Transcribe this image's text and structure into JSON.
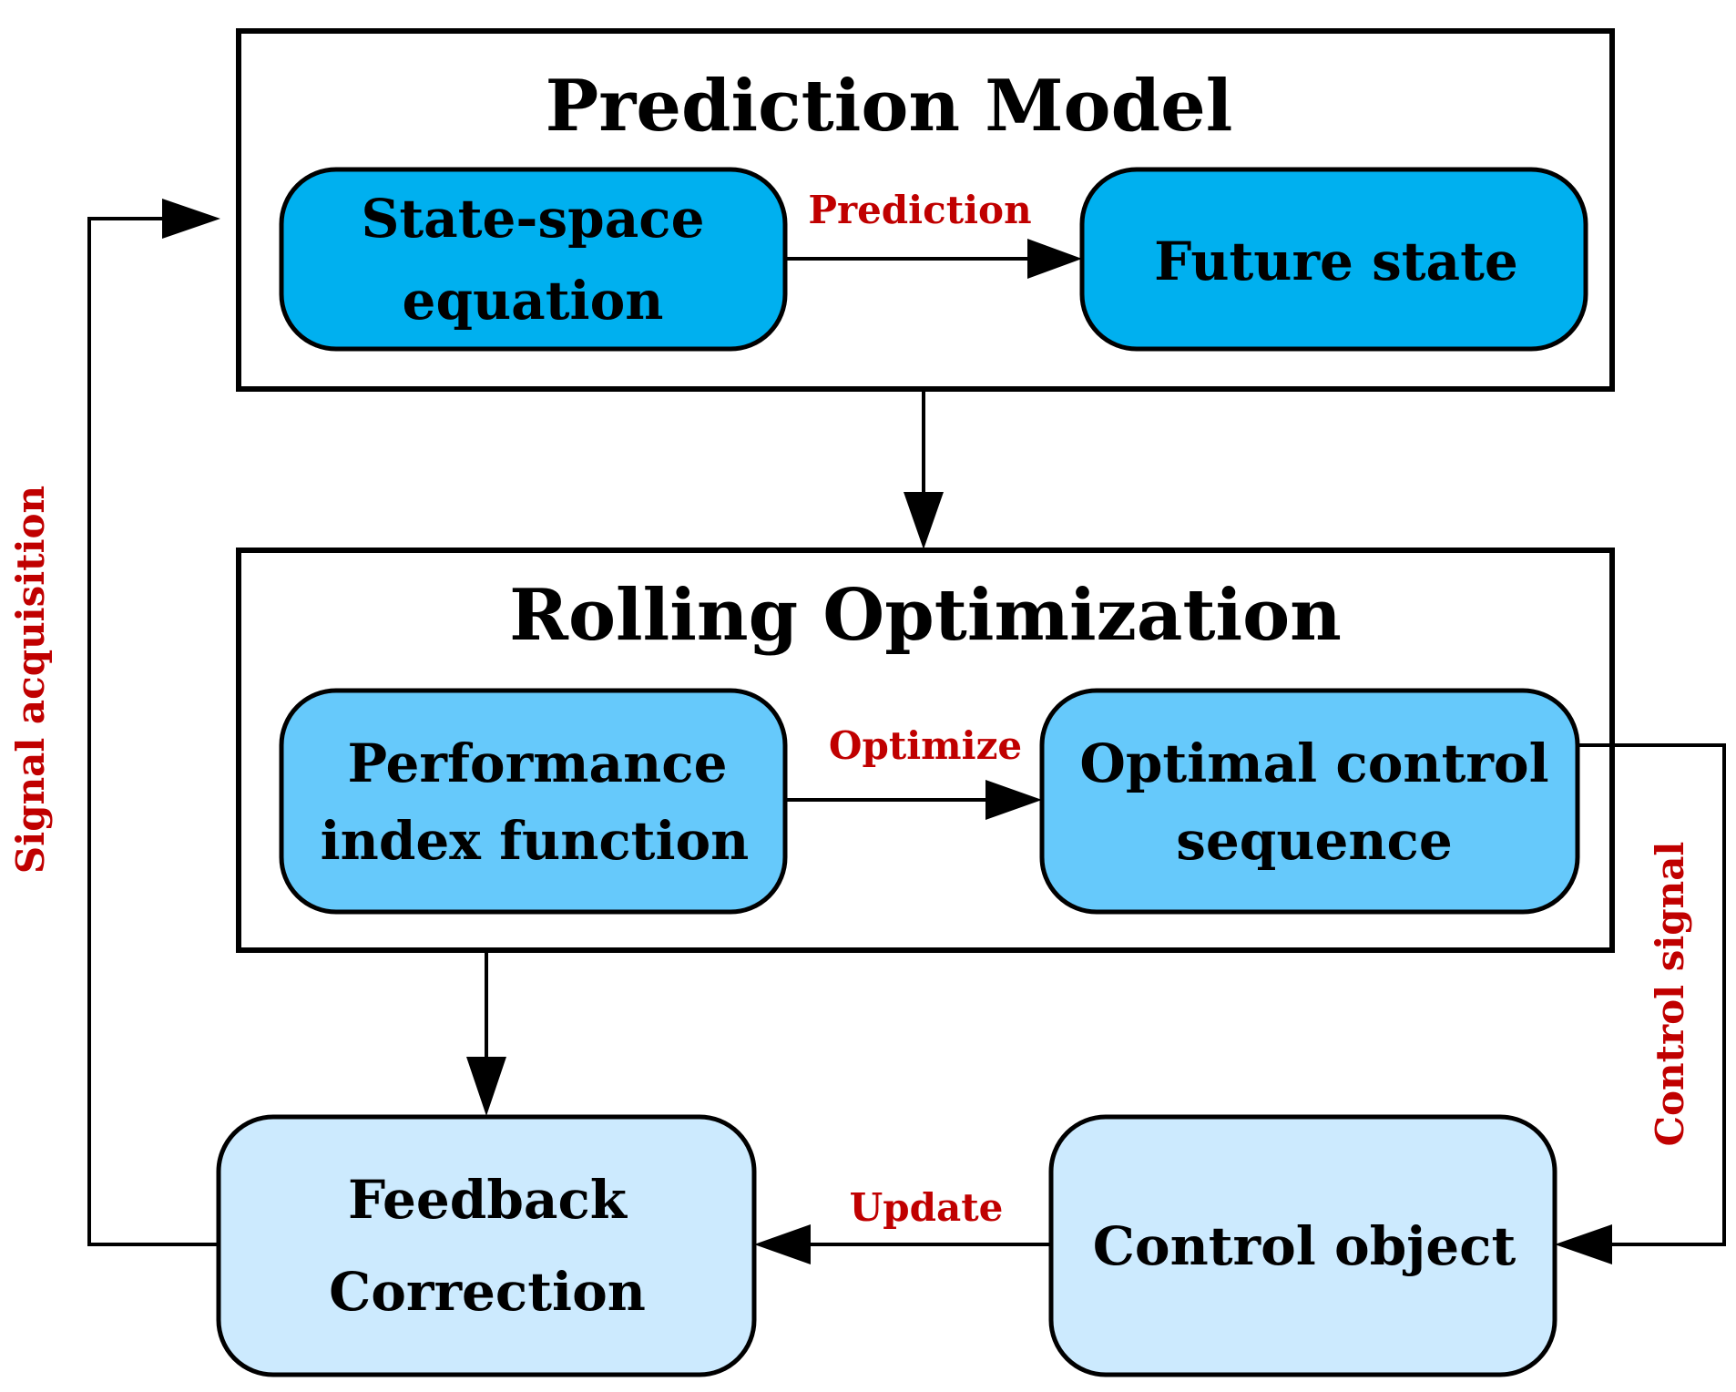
{
  "prediction_model": {
    "title": "Prediction Model",
    "state_space_line1": "State-space",
    "state_space_line2": "equation",
    "future_state": "Future state",
    "edge_prediction": "Prediction"
  },
  "rolling_optimization": {
    "title": "Rolling Optimization",
    "performance_line1": "Performance",
    "performance_line2": "index function",
    "optimal_line1": "Optimal control",
    "optimal_line2": "sequence",
    "edge_optimize": "Optimize"
  },
  "feedback": {
    "feedback_line1": "Feedback",
    "feedback_line2": "Correction",
    "control_object": "Control object",
    "edge_update": "Update"
  },
  "side_labels": {
    "signal_acquisition": "Signal acquisition",
    "control_signal": "Control signal"
  },
  "colors": {
    "node_dark": "#00b0ef",
    "node_mid": "#66c9fb",
    "node_light": "#cceafe",
    "edge_label": "#c00000"
  }
}
